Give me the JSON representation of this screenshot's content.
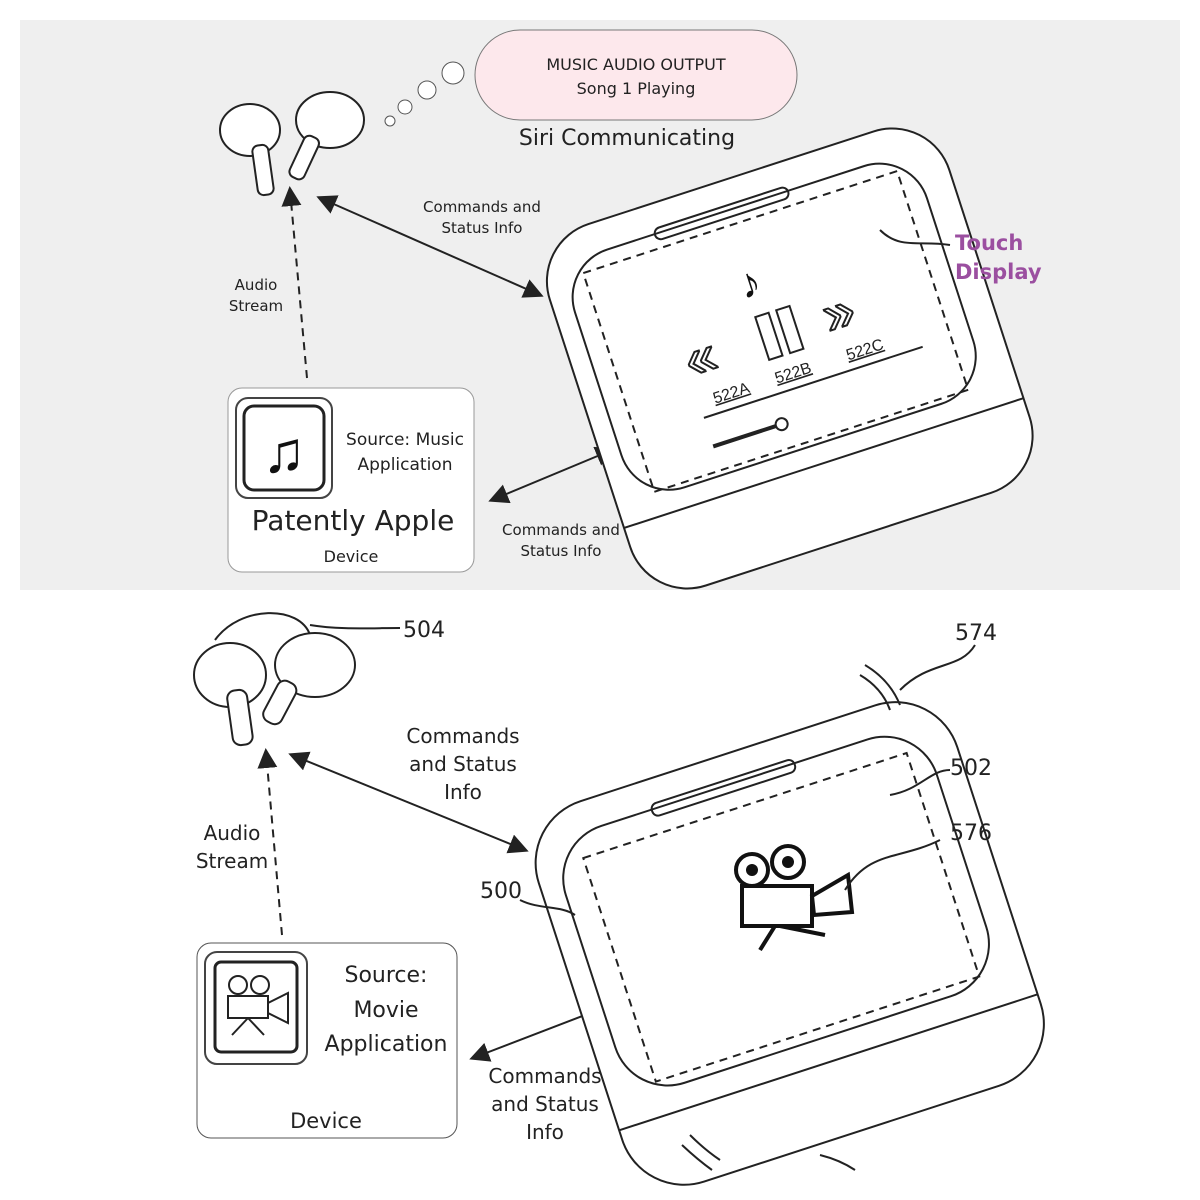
{
  "top_panel": {
    "bubble": {
      "line1": "MUSIC AUDIO OUTPUT",
      "line2": "Song 1 Playing"
    },
    "siri_label": "Siri Communicating",
    "commands_top": [
      "Commands and",
      "Status Info"
    ],
    "commands_bottom": [
      "Commands and",
      "Status Info"
    ],
    "audio_stream": [
      "Audio",
      "Stream"
    ],
    "touch_display": [
      "Touch",
      "Display"
    ],
    "touch_display_color": "#9b4fa0",
    "bubble_color": "#fde8ec",
    "source": [
      "Source: Music",
      "Application"
    ],
    "watermark": "Patently Apple",
    "device_label": "Device",
    "controls": {
      "rewind": "522A",
      "pause": "522B",
      "forward": "522C"
    }
  },
  "bottom_panel": {
    "ref_earbuds": "504",
    "ref_vibration": "574",
    "ref_display": "502",
    "ref_icon": "576",
    "ref_case": "500",
    "commands_top": [
      "Commands",
      "and Status",
      "Info"
    ],
    "commands_bottom": [
      "Commands",
      "and Status",
      "Info"
    ],
    "audio_stream": [
      "Audio",
      "Stream"
    ],
    "source": [
      "Source:",
      "Movie",
      "Application"
    ],
    "device_label": "Device"
  }
}
